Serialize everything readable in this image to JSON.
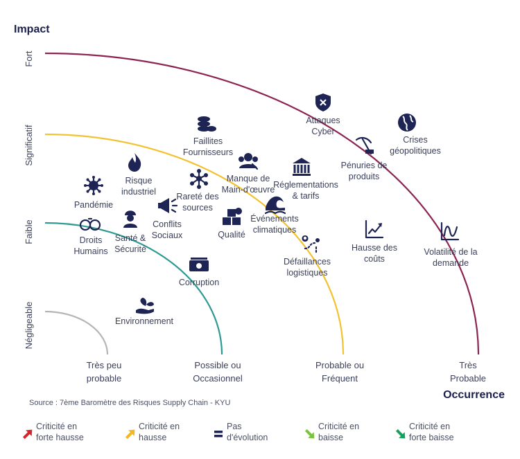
{
  "chart_data": {
    "type": "scatter",
    "ylabel": "Impact",
    "xlabel": "Occurrence",
    "y_levels": [
      "Négligeable",
      "Faible",
      "Significatif",
      "Fort"
    ],
    "x_levels": [
      [
        "Très peu",
        "probable"
      ],
      [
        "Possible ou",
        "Occasionnel"
      ],
      [
        "Probable ou",
        "Fréquent"
      ],
      [
        "Très",
        "Probable"
      ]
    ],
    "xlim": [
      0,
      4
    ],
    "ylim": [
      0,
      4
    ],
    "points": [
      {
        "label": [
          "Attaques",
          "Cyber"
        ],
        "x": 2.8,
        "y": 3.3,
        "icon": "shield-icon"
      },
      {
        "label": [
          "Crises",
          "géopolitiques"
        ],
        "x": 3.45,
        "y": 3.0,
        "icon": "globe-icon"
      },
      {
        "label": [
          "Pénuries de",
          "produits"
        ],
        "x": 3.0,
        "y": 2.75,
        "icon": "pickaxe-icon"
      },
      {
        "label": [
          "Faillites",
          "Fournisseurs"
        ],
        "x": 1.45,
        "y": 3.05,
        "icon": "coins-icon"
      },
      {
        "label": [
          "Manque de",
          "Main-d'œuvre"
        ],
        "x": 1.9,
        "y": 2.6,
        "icon": "people-icon"
      },
      {
        "label": [
          "Réglementations",
          "& tarifs"
        ],
        "x": 2.45,
        "y": 2.55,
        "icon": "bank-icon"
      },
      {
        "label": [
          "Risque",
          "industriel"
        ],
        "x": 0.9,
        "y": 2.65,
        "icon": "fire-icon"
      },
      {
        "label": [
          "Rareté des",
          "sources"
        ],
        "x": 1.4,
        "y": 2.45,
        "icon": "network-icon"
      },
      {
        "label": [
          "Pandémie"
        ],
        "x": 0.45,
        "y": 2.4,
        "icon": "virus-icon"
      },
      {
        "label": [
          "Conflits",
          "Sociaux"
        ],
        "x": 1.05,
        "y": 2.05,
        "icon": "megaphone-icon"
      },
      {
        "label": [
          "Qualité"
        ],
        "x": 1.8,
        "y": 2.0,
        "icon": "boxes-icon"
      },
      {
        "label": [
          "Événements",
          "climatiques"
        ],
        "x": 2.3,
        "y": 2.0,
        "icon": "wave-icon"
      },
      {
        "label": [
          "Droits",
          "Humains"
        ],
        "x": 0.4,
        "y": 1.95,
        "icon": "handcuffs-icon"
      },
      {
        "label": [
          "Santé &",
          "Sécurité"
        ],
        "x": 0.75,
        "y": 1.95,
        "icon": "worker-icon"
      },
      {
        "label": [
          "Hausse des",
          "coûts"
        ],
        "x": 3.0,
        "y": 1.8,
        "icon": "trend-icon"
      },
      {
        "label": [
          "Volatilité de la",
          "demande"
        ],
        "x": 3.6,
        "y": 1.8,
        "icon": "wave-chart-icon"
      },
      {
        "label": [
          "Défaillances",
          "logistiques"
        ],
        "x": 2.5,
        "y": 1.55,
        "icon": "route-icon"
      },
      {
        "label": [
          "Corruption"
        ],
        "x": 1.4,
        "y": 1.4,
        "icon": "money-icon"
      },
      {
        "label": [
          "Environnement"
        ],
        "x": 0.9,
        "y": 0.8,
        "icon": "plant-icon"
      }
    ],
    "zones": [
      {
        "color": "#b5b5b5",
        "level": 1
      },
      {
        "color": "#2f9a93",
        "level": 2
      },
      {
        "color": "#f2c230",
        "level": 3
      },
      {
        "color": "#8c2351",
        "level": 4
      }
    ]
  },
  "source": "Source : 7ème Baromètre des Risques Supply Chain - KYU",
  "legend": [
    {
      "label": [
        "Criticité en",
        "forte hausse"
      ],
      "color": "#d1282e",
      "icon": "arrow-up-strong-icon"
    },
    {
      "label": [
        "Criticité en",
        "hausse"
      ],
      "color": "#f2b626",
      "icon": "arrow-up-icon"
    },
    {
      "label": [
        "Pas",
        "d'évolution"
      ],
      "color": "#1e2454",
      "icon": "equals-icon"
    },
    {
      "label": [
        "Criticité en",
        "baisse"
      ],
      "color": "#7cc242",
      "icon": "arrow-down-icon"
    },
    {
      "label": [
        "Criticité en",
        "forte  baisse"
      ],
      "color": "#13a25c",
      "icon": "arrow-down-strong-icon"
    }
  ]
}
